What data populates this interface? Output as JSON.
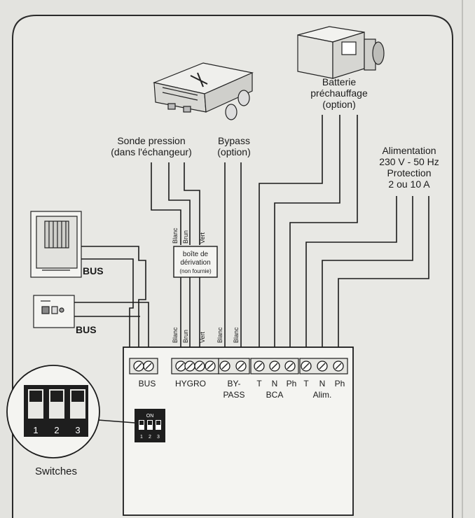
{
  "labels": {
    "sonde_line1": "Sonde pression",
    "sonde_line2": "(dans l'échangeur)",
    "bypass_line1": "Bypass",
    "bypass_line2": "(option)",
    "batterie_line1": "Batterie",
    "batterie_line2": "préchauffage",
    "batterie_line3": "(option)",
    "alim_line1": "Alimentation",
    "alim_line2": "230 V - 50 Hz",
    "alim_line3": "Protection",
    "alim_line4": "2 ou 10 A",
    "bus_upper": "BUS",
    "bus_lower": "BUS",
    "boite_line1": "boîte de",
    "boite_line2": "dérivation",
    "boite_line3": "(non fournie)",
    "switches": "Switches",
    "dip_on": "ON"
  },
  "wires_top": [
    "Blanc",
    "Brun",
    "Vert"
  ],
  "wires_bottom": [
    "Blanc",
    "Brun",
    "Vert",
    "Blanc",
    "Blanc"
  ],
  "terminal_groups": {
    "bus": "BUS",
    "hygro": "HYGRO",
    "bypass_line1": "BY-",
    "bypass_line2": "PASS",
    "bca_terms": [
      "T",
      "N",
      "Ph"
    ],
    "bca": "BCA",
    "alim_terms": [
      "T",
      "N",
      "Ph"
    ],
    "alim": "Alim."
  },
  "switch_numbers": [
    "1",
    "2",
    "3"
  ],
  "dip_numbers": [
    "1",
    "2",
    "3"
  ],
  "colors": {
    "ink": "#1b1b1b",
    "paper": "#e6e6e2",
    "panel": "#f4f4f1"
  }
}
